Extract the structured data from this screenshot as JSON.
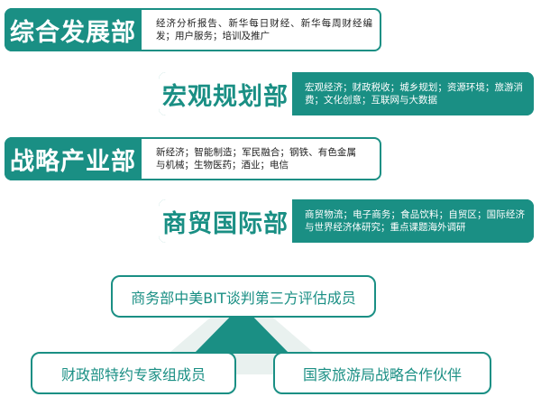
{
  "departments": [
    {
      "name": "综合发展部",
      "desc": "经济分析报告、新华每日财经、新华每周财经编发；用户服务；培训及推广"
    },
    {
      "name": "宏观规划部",
      "desc": "宏观经济；财政税收；城乡规划；资源环境；旅游消费；文化创意；互联网与大数据"
    },
    {
      "name": "战略产业部",
      "desc": "新经济；智能制造；军民融合；钢铁、有色金属与机械；生物医药；酒业；电信"
    },
    {
      "name": "商贸国际部",
      "desc": "商贸物流；电子商务；食品饮料；自贸区；国际经济与世界经济体研究；重点课题海外调研"
    }
  ],
  "partners": {
    "top": "商务部中美BIT谈判第三方评估成员",
    "left": "财政部特约专家组成员",
    "right": "国家旅游局战略合作伙伴"
  },
  "colors": {
    "accent": "#1a8f84",
    "triangle_light": "#e9f1ef"
  }
}
